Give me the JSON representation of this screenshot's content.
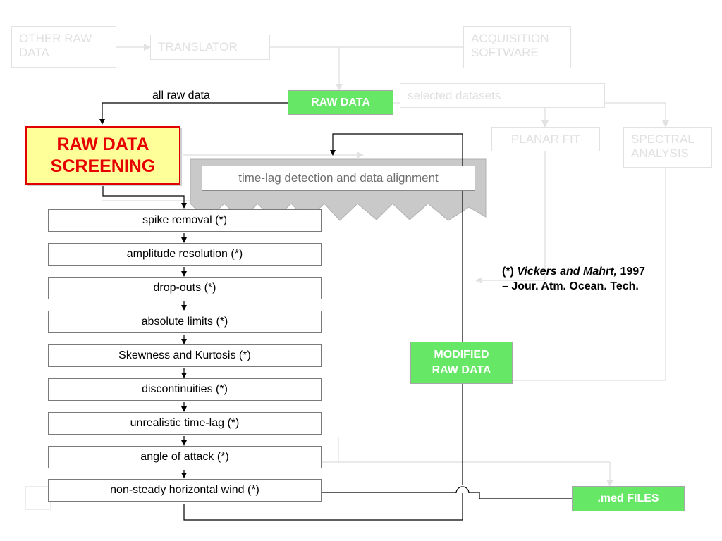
{
  "faded_boxes": {
    "other_raw_data": "OTHER RAW DATA",
    "translator": "TRANSLATOR",
    "acquisition_software": "ACQUISITION SOFTWARE",
    "selected_datasets": "selected datasets",
    "planar_fit": "PLANAR FIT",
    "spectral_analysis": "SPECTRAL ANALYSIS"
  },
  "green_boxes": {
    "raw_data": "RAW DATA",
    "modified_raw_data": "MODIFIED RAW DATA",
    "med_files": ".med FILES"
  },
  "labels": {
    "all_raw_data": "all raw data"
  },
  "screening_box": "RAW DATA SCREENING",
  "time_lag_box": "time-lag detection and data alignment",
  "steps": [
    "spike removal (*)",
    "amplitude resolution (*)",
    "drop-outs (*)",
    "absolute limits (*)",
    "Skewness and Kurtosis (*)",
    "discontinuities (*)",
    "unrealistic time-lag (*)",
    "angle of attack (*)",
    "non-steady horizontal wind (*)"
  ],
  "reference": {
    "marker": "(*)",
    "authors": "Vickers and Mahrt,",
    "year": "1997",
    "journal": "– Jour. Atm. Ocean. Tech."
  },
  "colors": {
    "green": "#66e766",
    "screening_fill": "#ffff99",
    "screening_border": "#e00000",
    "screening_text": "#e60000",
    "faded": "#e0e0e0"
  }
}
